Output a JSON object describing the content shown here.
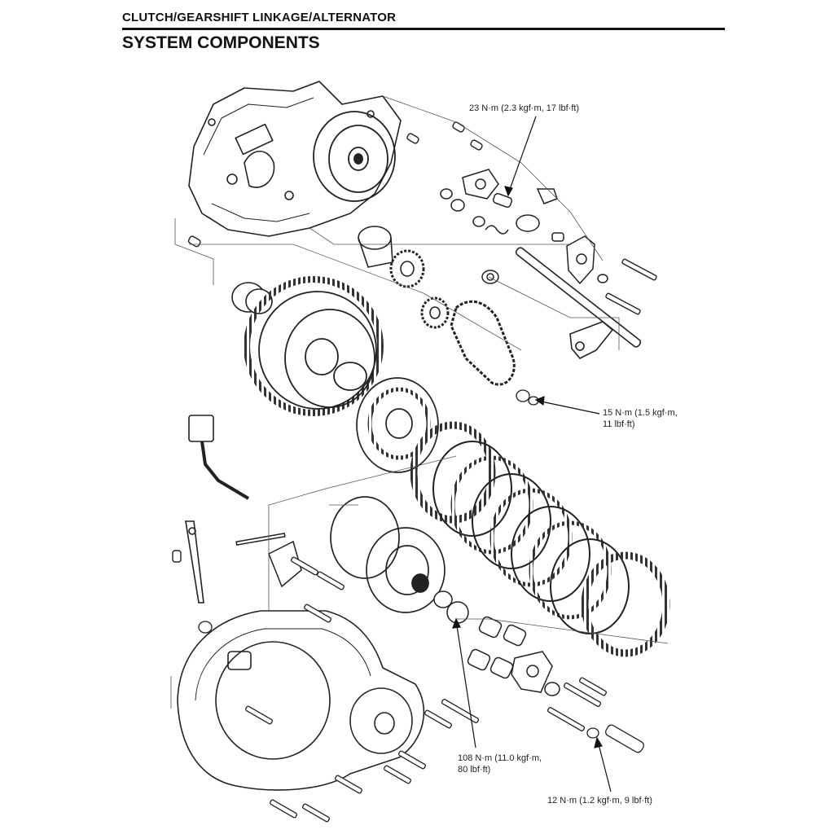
{
  "header": {
    "section": "CLUTCH/GEARSHIFT LINKAGE/ALTERNATOR",
    "title": "SYSTEM COMPONENTS"
  },
  "torque_callouts": [
    {
      "lines": [
        "23 N·m (2.3 kgf·m, 17 lbf·ft)"
      ]
    },
    {
      "lines": [
        "15 N·m (1.5 kgf·m,",
        "11 lbf·ft)"
      ]
    },
    {
      "lines": [
        "108 N·m (11.0 kgf·m,",
        "80 lbf·ft)"
      ]
    },
    {
      "lines": [
        "12 N·m (1.2 kgf·m, 9 lbf·ft)"
      ]
    }
  ]
}
